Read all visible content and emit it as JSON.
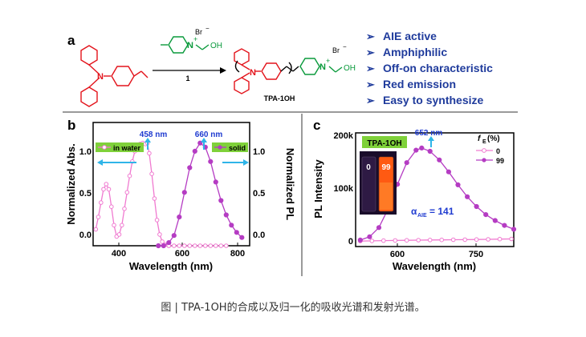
{
  "panel_a": {
    "label": "a",
    "reagent_anion": "Br",
    "reagent_anion_sup": "−",
    "reagent_cation_sup": "+",
    "reagent_oh": "OH",
    "reagent_n": "N",
    "arrow_label": "1",
    "reactant_n": "N",
    "product_n": "N",
    "product_cation_sup": "+",
    "product_anion": "Br",
    "product_anion_sup": "−",
    "product_oh": "OH",
    "product_name": "TPA-1OH",
    "features": [
      "AIE active",
      "Amphiphilic",
      "Off-on characteristic",
      "Red emission",
      "Easy to synthesize"
    ],
    "bullet_symbol": "➢",
    "colors": {
      "blue_text": "#1f3b9c",
      "red": "#e3131b",
      "green": "#0a9a3c"
    }
  },
  "panel_b": {
    "label": "b",
    "abs_peak_label": "458 nm",
    "pl_peak_label": "660 nm",
    "legend_water": "in water",
    "legend_solid": "solid",
    "ylabel_left": "Normalized Abs.",
    "ylabel_right": "Normalized PL",
    "xlabel": "Wavelength (nm)",
    "x_ticks": [
      "400",
      "600",
      "800"
    ],
    "y_ticks_left": [
      "1.0",
      "0.5",
      "0.0"
    ],
    "y_ticks_right": [
      "1.0",
      "0.5",
      "0.0"
    ]
  },
  "panel_c": {
    "label": "c",
    "peak_label": "652 nm",
    "badge": "TPA-1OH",
    "vial_labels": [
      "0",
      "99"
    ],
    "legend_title_f": "f",
    "legend_title_sub": "E",
    "legend_title_unit": "(%)",
    "legend_entries": [
      "0",
      "99"
    ],
    "alpha_symbol": "α",
    "alpha_sub": "AIE",
    "alpha_value": "= 141",
    "ylabel": "PL Intensity",
    "xlabel": "Wavelength (nm)",
    "x_ticks": [
      "600",
      "750"
    ],
    "y_ticks": [
      "200k",
      "100k",
      "0"
    ]
  },
  "caption": "图 | TPA-1OH的合成以及归一化的吸收光谱和发射光谱。",
  "chart_data": [
    {
      "type": "line",
      "title": "",
      "xlabel": "Wavelength (nm)",
      "ylabel": "Normalized Abs.",
      "y2label": "Normalized PL",
      "xlim": [
        250,
        850
      ],
      "ylim": [
        0,
        1.2
      ],
      "legend": "top",
      "grid": false,
      "series": [
        {
          "name": "in water",
          "color": "#f07ad0",
          "marker": "open-circle",
          "x": [
            260,
            270,
            280,
            290,
            300,
            310,
            320,
            330,
            340,
            350,
            360,
            370,
            380,
            390,
            400,
            410,
            420,
            430,
            440,
            450,
            458,
            465,
            475,
            485,
            495,
            505,
            515,
            525,
            540
          ],
          "y": [
            0.16,
            0.28,
            0.42,
            0.55,
            0.6,
            0.55,
            0.38,
            0.2,
            0.09,
            0.11,
            0.2,
            0.36,
            0.52,
            0.68,
            0.82,
            0.92,
            0.97,
            0.99,
            1.0,
            0.99,
            1.0,
            0.9,
            0.7,
            0.46,
            0.25,
            0.11,
            0.04,
            0.01,
            0.0
          ]
        },
        {
          "name": "in water (PL)",
          "color": "#f07ad0",
          "marker": "open-circle",
          "x": [
            540,
            560,
            580,
            600,
            620,
            640,
            660,
            680,
            700,
            720,
            740,
            760
          ],
          "y": [
            0,
            0,
            0,
            0,
            0,
            0,
            0,
            0,
            0,
            0,
            0,
            0
          ]
        },
        {
          "name": "solid",
          "color": "#b53cc3",
          "marker": "filled-circle",
          "x": [
            500,
            520,
            540,
            560,
            580,
            600,
            620,
            640,
            660,
            680,
            700,
            720,
            740,
            760,
            780,
            800,
            820
          ],
          "y": [
            0.0,
            0.0,
            0.03,
            0.1,
            0.28,
            0.52,
            0.76,
            0.92,
            1.0,
            0.96,
            0.82,
            0.62,
            0.44,
            0.3,
            0.2,
            0.13,
            0.08
          ]
        }
      ]
    },
    {
      "type": "line",
      "title": "",
      "xlabel": "Wavelength (nm)",
      "ylabel": "PL Intensity",
      "xlim": [
        510,
        850
      ],
      "ylim": [
        -10000,
        200000
      ],
      "legend": "top-right",
      "grid": false,
      "series": [
        {
          "name": "0",
          "color": "#f07ad0",
          "marker": "open-circle",
          "x": [
            520,
            545,
            570,
            595,
            620,
            645,
            670,
            695,
            720,
            745,
            770,
            795,
            820,
            845
          ],
          "y": [
            0,
            500,
            1000,
            1300,
            1600,
            1900,
            2100,
            2300,
            2500,
            2700,
            3000,
            3300,
            3700,
            4000
          ]
        },
        {
          "name": "99",
          "color": "#b53cc3",
          "marker": "filled-circle",
          "x": [
            520,
            540,
            560,
            580,
            600,
            620,
            640,
            652,
            670,
            690,
            710,
            730,
            750,
            770,
            790,
            810,
            830,
            850
          ],
          "y": [
            2000,
            8000,
            25000,
            60000,
            105000,
            145000,
            168000,
            172000,
            166000,
            150000,
            128000,
            104000,
            82000,
            64000,
            49000,
            38000,
            29000,
            22000
          ]
        }
      ]
    }
  ]
}
